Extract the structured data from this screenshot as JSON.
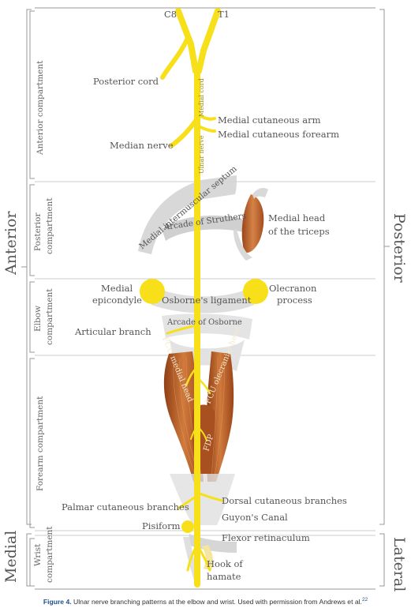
{
  "nerve_roots": {
    "c8": "C8",
    "t1": "T1"
  },
  "sides": {
    "anterior": "Anterior",
    "posterior": "Posterior",
    "medial": "Medial",
    "lateral": "Lateral"
  },
  "compartments": {
    "anterior": "Anterior compartment",
    "posterior_1": "Posterior",
    "posterior_2": "compartment",
    "elbow_1": "Elbow",
    "elbow_2": "compartment",
    "forearm": "Forearm compartment",
    "wrist_1": "Wrist",
    "wrist_2": "compartment"
  },
  "labels": {
    "posterior_cord": "Posterior cord",
    "medial_cord": "Medial cord",
    "medial_cutaneous_arm": "Medial cutaneous arm",
    "medial_cutaneous_forearm": "Medial cutaneous forearm",
    "median_nerve": "Median nerve",
    "ulnar_nerve": "Ulnar nerve",
    "medial_intermuscular_septum": "Medial intermuscular septum",
    "arcade_of_struthers": "Arcade of Struthers",
    "medial_head_triceps_1": "Medial head",
    "medial_head_triceps_2": "of the triceps",
    "medial_epicondyle_1": "Medial",
    "medial_epicondyle_2": "epicondyle",
    "osbornes_ligament": "Osborne's ligament",
    "olecranon_process_1": "Olecranon",
    "olecranon_process_2": "process",
    "arcade_of_osborne": "Arcade of Osborne",
    "articular_branch": "Articular branch",
    "fcu_medial_head": "FCU medial head",
    "fcu_olecranial_head": "FCU olecranial head",
    "fdp": "FDP",
    "palmar_cutaneous_branches": "Palmar cutaneous branches",
    "dorsal_cutaneous_branches": "Dorsal cutaneous branches",
    "guyons_canal": "Guyon's Canal",
    "pisiform": "Pisiform",
    "flexor_retinaculum": "Flexor retinaculum",
    "hook_of_hamate_1": "Hook of",
    "hook_of_hamate_2": "hamate"
  },
  "caption": {
    "figure_label": "Figure 4.",
    "text": " Ulnar nerve branching patterns at the elbow and wrist. Used with permission from Andrews et al.",
    "reference": "22"
  },
  "colors": {
    "nerve": "#f7e01a",
    "muscle": "#b8622a",
    "ligament": "#cfcfcf",
    "bone": "#f3e6a0"
  }
}
